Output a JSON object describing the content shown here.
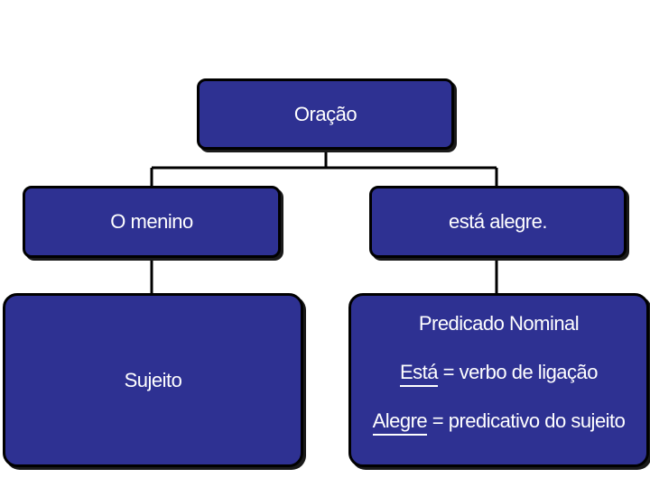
{
  "colors": {
    "box_fill": "#2e3192",
    "box_text": "#ffffff",
    "connector": "#000000"
  },
  "root": {
    "label": "Oração"
  },
  "subject_phrase": {
    "label": "O menino"
  },
  "predicate_phrase": {
    "label": "está alegre."
  },
  "subject_role": {
    "label": "Sujeito"
  },
  "predicate_role": {
    "title": "Predicado Nominal",
    "line1_term": "Está",
    "line1_rest": " = verbo de ligação",
    "line2_term": "Alegre",
    "line2_rest": " = predicativo do sujeito"
  }
}
